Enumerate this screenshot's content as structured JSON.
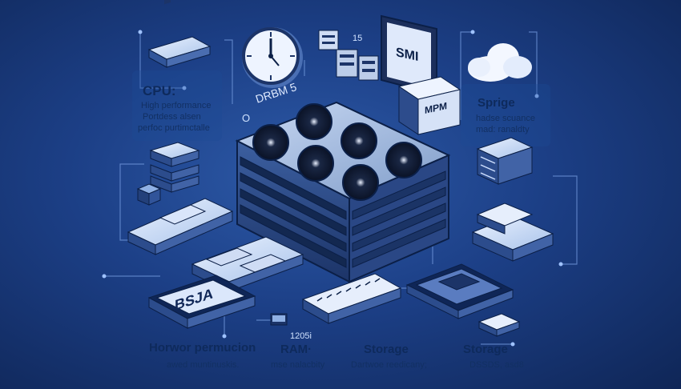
{
  "labels": {
    "top_small_num": "15",
    "monitor_text": "SMI",
    "screen_text": "MPM",
    "drbm_text": "DRBM 5",
    "o_text": "O",
    "cpu": {
      "title": "CPU:",
      "lines": [
        "High performance",
        "Portdess alsen",
        "perfoc purtimctalle"
      ]
    },
    "sprige": {
      "title": "Sprige",
      "lines": [
        "hadse scuance",
        "mad: ranaldty"
      ]
    },
    "bottom": [
      {
        "title": "Horwor permucion",
        "sub": "awed muntinuskis."
      },
      {
        "title": "RAM·",
        "sub": "mse nalacbity",
        "top": "1205i"
      },
      {
        "title": "Storage",
        "sub": "Dartwoe reedicany;"
      },
      {
        "title": "Storage",
        "sub": "DSSDS, asd8"
      }
    ],
    "chip_text": "BSJA"
  },
  "colors": {
    "bg": "#1c3f86",
    "panel": "#e6eefc",
    "accent": "#6aa3ff",
    "dark": "#0b1f47"
  },
  "icons": [
    "server-icon",
    "fan-icon",
    "clock-icon",
    "cloud-icon",
    "ram-module-icon",
    "ssd-icon",
    "chip-icon",
    "monitor-icon"
  ]
}
